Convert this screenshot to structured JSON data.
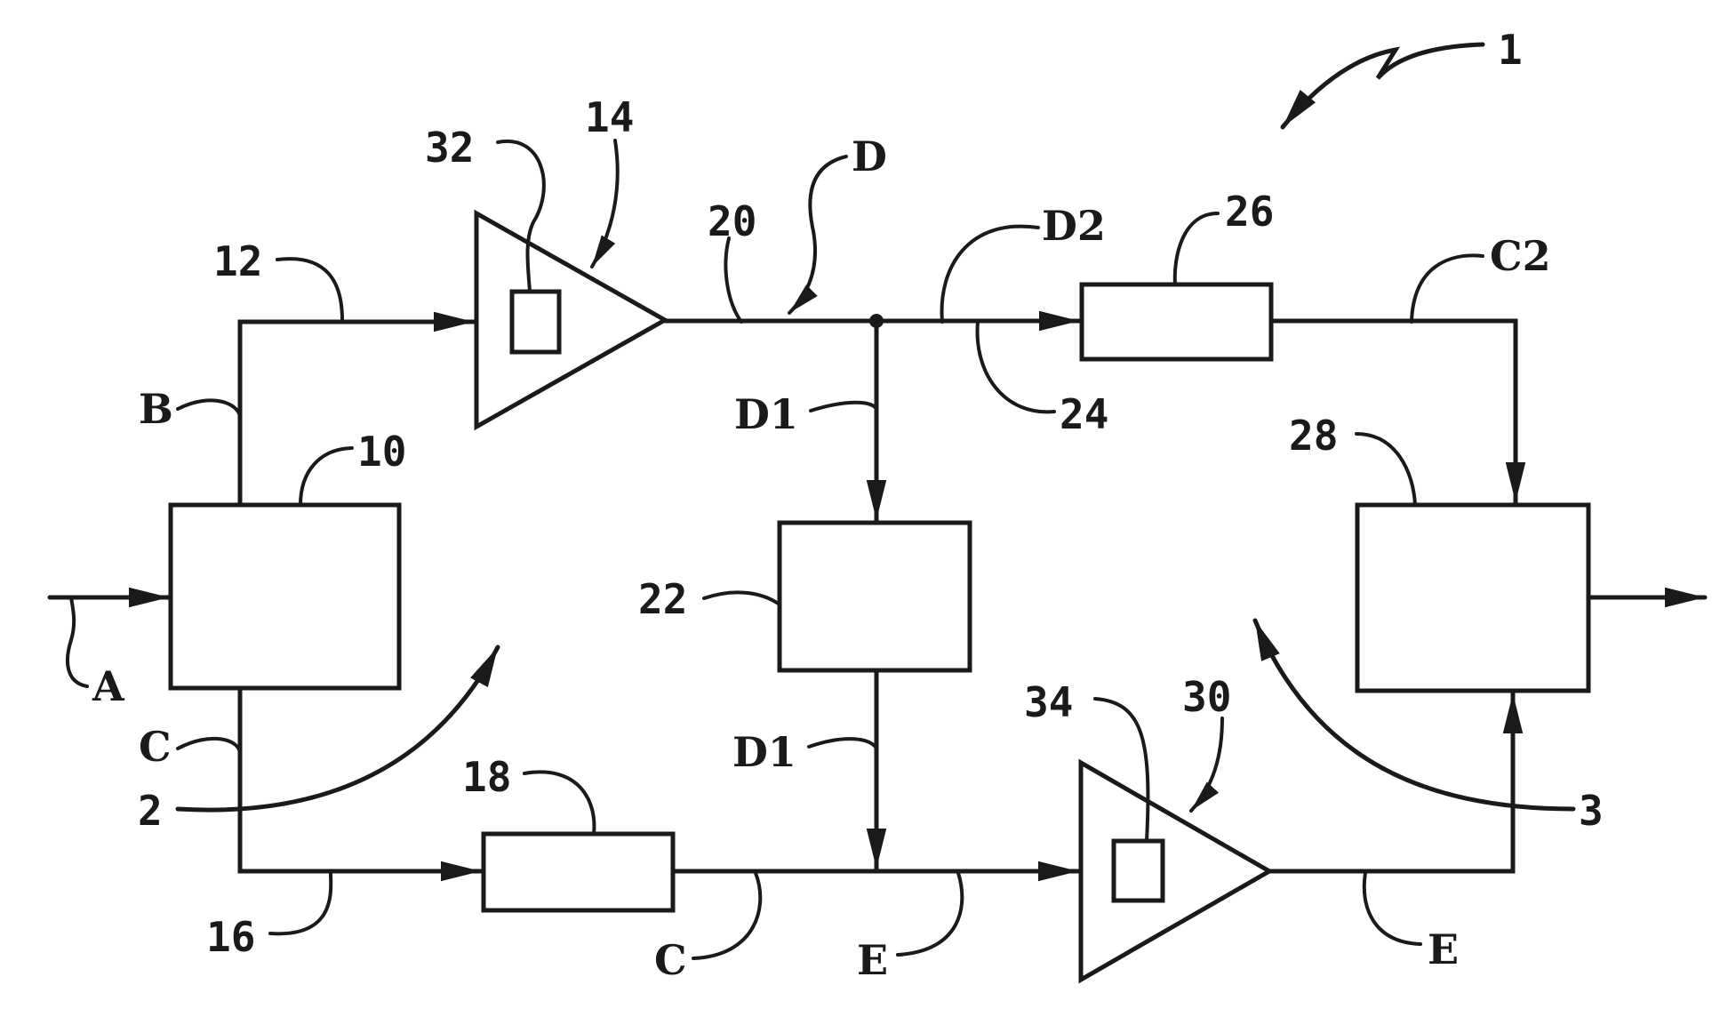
{
  "figure": {
    "background": "#ffffff",
    "ink": "#1a1a1a"
  },
  "components": [
    {
      "id": "splitter-box",
      "shape": "box",
      "ref": "10"
    },
    {
      "id": "amplifier-top",
      "shape": "triangle",
      "ref": "14",
      "inner_ref": "32"
    },
    {
      "id": "box-22",
      "shape": "box",
      "ref": "22"
    },
    {
      "id": "box-26",
      "shape": "box",
      "ref": "26"
    },
    {
      "id": "box-18",
      "shape": "box",
      "ref": "18"
    },
    {
      "id": "amplifier-bottom",
      "shape": "triangle",
      "ref": "30",
      "inner_ref": "34"
    },
    {
      "id": "combiner-box",
      "shape": "box",
      "ref": "28"
    }
  ],
  "labels": {
    "l1": "1",
    "l2": "2",
    "l3": "3",
    "l10": "10",
    "l12": "12",
    "l14": "14",
    "l16": "16",
    "l18": "18",
    "l20": "20",
    "l22": "22",
    "l24": "24",
    "l26": "26",
    "l28": "28",
    "l30": "30",
    "l32": "32",
    "l34": "34",
    "A": "A",
    "B": "B",
    "C_upper": "C",
    "C_lower": "C",
    "C2": "C2",
    "D": "D",
    "D1_upper": "D1",
    "D1_lower": "D1",
    "D2": "D2",
    "E_mid": "E",
    "E_right": "E"
  }
}
